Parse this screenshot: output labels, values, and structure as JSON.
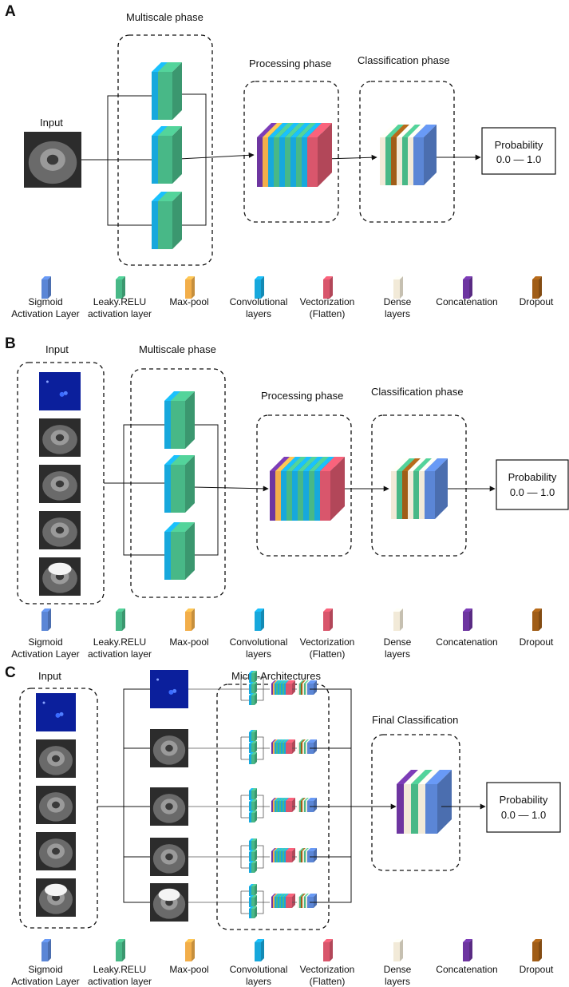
{
  "colors": {
    "sigmoid": "#5b86d6",
    "leaky_relu": "#48b887",
    "maxpool": "#f2ae4a",
    "conv": "#17a8dc",
    "flatten": "#d9566c",
    "dense": "#f2ead8",
    "concat": "#6d35a0",
    "dropout": "#a05d17",
    "mri_bg": "#2c2c2c",
    "map_bg": "#0b1f9c"
  },
  "legend": [
    {
      "key": "sigmoid",
      "line1": "Sigmoid",
      "line2": "Activation Layer"
    },
    {
      "key": "leaky_relu",
      "line1": "Leaky.RELU",
      "line2": "activation layer"
    },
    {
      "key": "maxpool",
      "line1": "Max-pool",
      "line2": ""
    },
    {
      "key": "conv",
      "line1": "Convolutional",
      "line2": "layers"
    },
    {
      "key": "flatten",
      "line1": "Vectorization",
      "line2": "(Flatten)"
    },
    {
      "key": "dense",
      "line1": "Dense",
      "line2": "layers"
    },
    {
      "key": "concat",
      "line1": "Concatenation",
      "line2": ""
    },
    {
      "key": "dropout",
      "line1": "Dropout",
      "line2": ""
    }
  ],
  "panel_a": {
    "letter": "A",
    "input_label": "Input",
    "multiscale_label": "Multiscale phase",
    "processing_label": "Processing phase",
    "classification_label": "Classification phase",
    "probability_line1": "Probability",
    "probability_line2": "0.0 — 1.0"
  },
  "panel_b": {
    "letter": "B",
    "input_label": "Input",
    "multiscale_label": "Multiscale phase",
    "processing_label": "Processing phase",
    "classification_label": "Classification phase",
    "probability_line1": "Probability",
    "probability_line2": "0.0 — 1.0"
  },
  "panel_c": {
    "letter": "C",
    "input_label": "Input",
    "micro_label": "Micro-Architectures",
    "final_label": "Final Classification",
    "probability_line1": "Probability",
    "probability_line2": "0.0 — 1.0"
  },
  "processing_stack": [
    "concat",
    "maxpool",
    "conv",
    "leaky_relu",
    "conv",
    "leaky_relu",
    "conv",
    "leaky_relu",
    "conv",
    "flatten"
  ],
  "classification_stack": [
    "dense",
    "leaky_relu",
    "dropout",
    "dense",
    "leaky_relu",
    "dense",
    "sigmoid"
  ],
  "final_stack": [
    "concat",
    "dense",
    "leaky_relu",
    "dense",
    "sigmoid"
  ],
  "input_images_b": [
    "map",
    "mri",
    "mri",
    "mri",
    "mri-bright"
  ],
  "input_images_c": [
    "map",
    "mri",
    "mri",
    "mri",
    "mri-bright"
  ]
}
